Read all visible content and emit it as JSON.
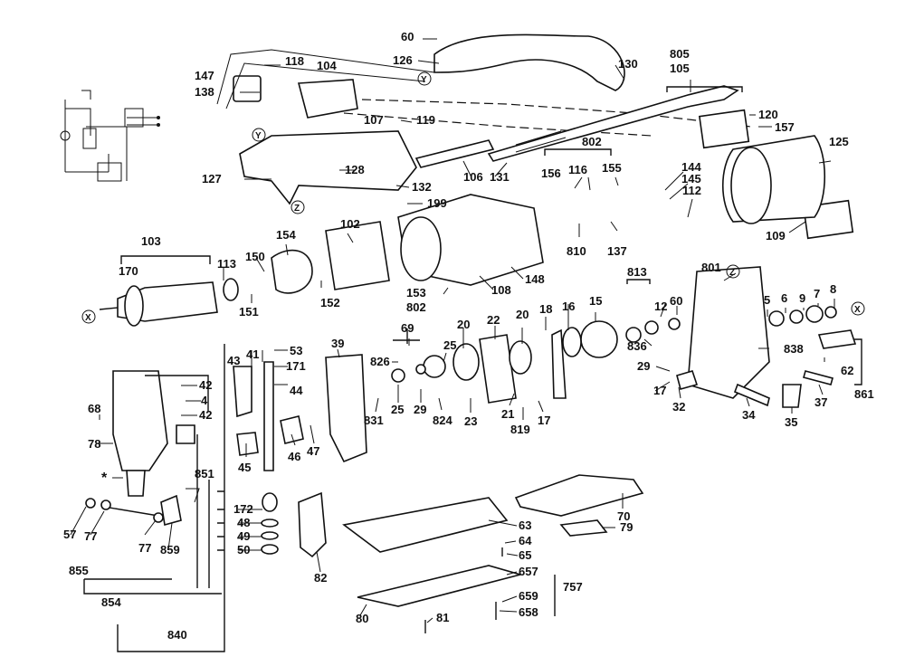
{
  "labels": {
    "l60": "60",
    "l126": "126",
    "lY1": "Y",
    "l130": "130",
    "l118": "118",
    "l104": "104",
    "l147": "147",
    "l138": "138",
    "l805": "805",
    "l105": "105",
    "l120": "120",
    "l157": "157",
    "l125": "125",
    "l107": "107",
    "l119": "119",
    "l802a": "802",
    "l156": "156",
    "l116": "116",
    "l155": "155",
    "lY2": "Y",
    "l127": "127",
    "l128": "128",
    "l132": "132",
    "l106": "106",
    "l131": "131",
    "l144": "144",
    "l145": "145",
    "l112": "112",
    "l199": "199",
    "lZ1": "Z",
    "l103": "103",
    "l154": "154",
    "l102": "102",
    "l810": "810",
    "l137": "137",
    "l109": "109",
    "l170": "170",
    "l113": "113",
    "l150": "150",
    "l148": "148",
    "l813": "813",
    "l801": "801",
    "lZ2": "Z",
    "l152": "152",
    "l151": "151",
    "l153": "153",
    "l108": "108",
    "l802b": "802",
    "l5": "5",
    "l6": "6",
    "l9": "9",
    "l7": "7",
    "l8": "8",
    "lX1": "X",
    "lX2": "X",
    "l16": "16",
    "l15": "15",
    "l12": "12",
    "l60b": "60",
    "l836": "836",
    "l838": "838",
    "l69": "69",
    "l20a": "20",
    "l22": "22",
    "l20b": "20",
    "l18": "18",
    "l39": "39",
    "l826": "826",
    "l25a": "25",
    "l25b": "25",
    "l29a": "29",
    "l29b": "29",
    "l62": "62",
    "l43": "43",
    "l41": "41",
    "l53": "53",
    "l171": "171",
    "l44": "44",
    "l42a": "42",
    "l4": "4",
    "l42b": "42",
    "l831": "831",
    "l824": "824",
    "l23": "23",
    "l21": "21",
    "l819": "819",
    "l17a": "17",
    "l17b": "17",
    "l32": "32",
    "l34": "34",
    "l35": "35",
    "l37": "37",
    "l861": "861",
    "l68": "68",
    "l78": "78",
    "l47": "47",
    "l45": "45",
    "l46": "46",
    "l851": "851",
    "lstar": "*",
    "l172": "172",
    "l48": "48",
    "l49": "49",
    "l50": "50",
    "l63": "63",
    "l64": "64",
    "l65": "65",
    "l70": "70",
    "l79": "79",
    "l57": "57",
    "l77a": "77",
    "l77b": "77",
    "l859": "859",
    "l855": "855",
    "l82": "82",
    "l657": "657",
    "l757": "757",
    "l659": "659",
    "l658": "658",
    "l854": "854",
    "l80": "80",
    "l81": "81",
    "l840": "840"
  }
}
